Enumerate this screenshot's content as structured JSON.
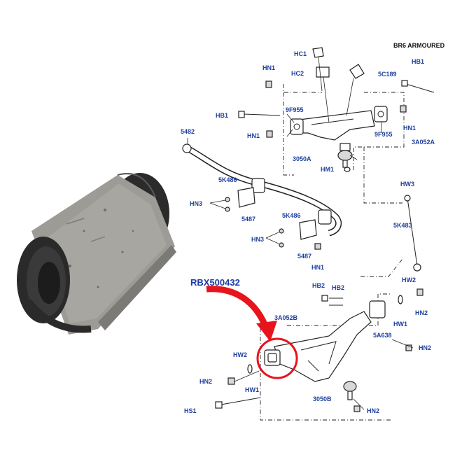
{
  "header": {
    "title": "BR6 ARMOURED"
  },
  "callout": {
    "part_number": "RBX500432",
    "arrow_color": "#e8141b",
    "ring_color": "#e8141b"
  },
  "labels": {
    "hc1": "HC1",
    "hn1_top": "HN1",
    "hc2": "HC2",
    "c5c189": "5C189",
    "hb1_right": "HB1",
    "hb1_left": "HB1",
    "f9955_left": "9F955",
    "hn1_left": "HN1",
    "f9955_right": "9F955",
    "hn1_right": "HN1",
    "a3a052a": "3A052A",
    "p5482": "5482",
    "p3050a": "3050A",
    "hm1": "HM1",
    "k5486_top": "5K486",
    "hw3": "HW3",
    "hn3_top": "HN3",
    "p5487_top": "5487",
    "k5486_mid": "5K486",
    "k5483": "5K483",
    "hn3_mid": "HN3",
    "p5487_mid": "5487",
    "hn1_bottom": "HN1",
    "hb2_a": "HB2",
    "hb2_b": "HB2",
    "hw2_right": "HW2",
    "a3a052b": "3A052B",
    "hn2_right_top": "HN2",
    "hw1_right": "HW1",
    "a5a638": "5A638",
    "hn2_right": "HN2",
    "hw2_left": "HW2",
    "hn2_left": "HN2",
    "hw1_left": "HW1",
    "p3050b": "3050B",
    "hs1": "HS1",
    "hn2_bottom": "HN2"
  },
  "colors": {
    "label_blue": "#1f3f9e",
    "line": "#222222",
    "bushing_body": "#9a9893",
    "bushing_dark": "#2a2a2a"
  }
}
